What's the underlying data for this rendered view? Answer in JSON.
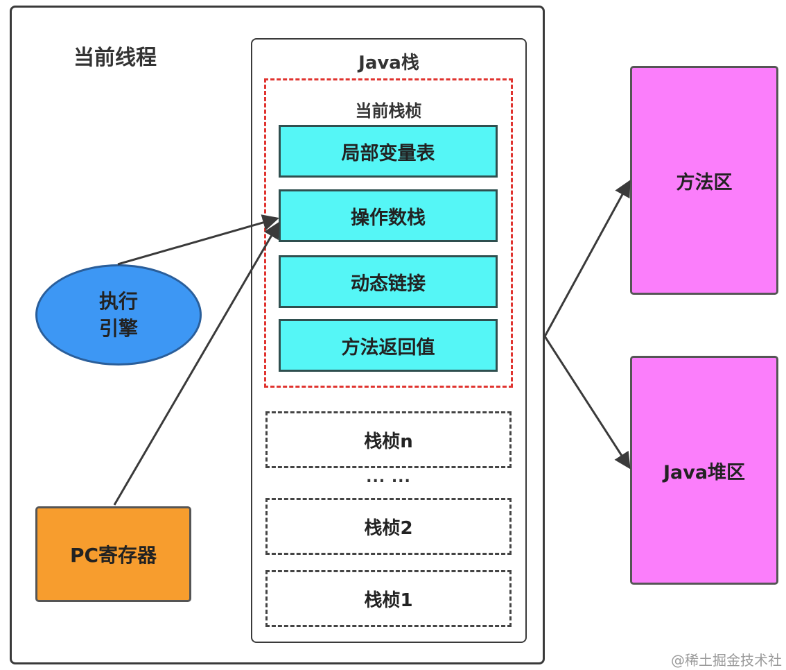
{
  "thread": {
    "title": "当前线程"
  },
  "java_stack": {
    "title": "Java栈",
    "current_frame": {
      "title": "当前栈桢",
      "items": [
        "局部变量表",
        "操作数栈",
        "动态链接",
        "方法返回值"
      ]
    },
    "frames": [
      "栈桢n",
      "栈桢2",
      "栈桢1"
    ],
    "ellipsis": "... ..."
  },
  "execution_engine": {
    "line1": "执行",
    "line2": "引擎"
  },
  "pc_register": {
    "label": "PC寄存器"
  },
  "method_area": {
    "label": "方法区"
  },
  "java_heap": {
    "label": "Java堆区"
  },
  "watermark": "@稀土掘金技术社区",
  "colors": {
    "cyan_box": "#55f6f6",
    "engine": "#3d97f4",
    "pc_register": "#f79d2e",
    "memory_area": "#fb7efb",
    "current_frame_border": "#e0332f"
  }
}
